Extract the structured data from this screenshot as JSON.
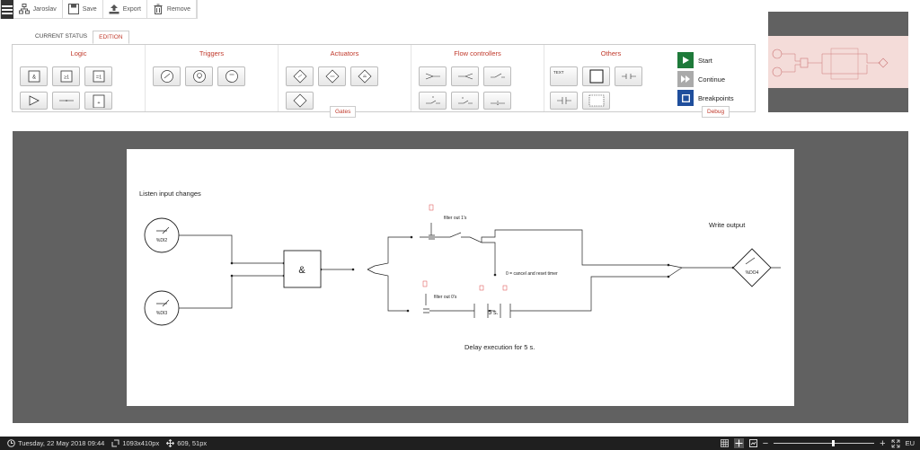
{
  "toolbar": {
    "user_label": "Jaroslav",
    "save_label": "Save",
    "export_label": "Export",
    "remove_label": "Remove"
  },
  "tabs": [
    {
      "label": "CURRENT STATUS"
    },
    {
      "label": "EDITION"
    }
  ],
  "ribbon": {
    "groups": [
      {
        "title": "Logic"
      },
      {
        "title": "Triggers"
      },
      {
        "title": "Actuators"
      },
      {
        "title": "Flow controllers"
      },
      {
        "title": "Others"
      }
    ],
    "gates_label": "Gates",
    "debug_label": "Debug",
    "logic_tools": [
      "&",
      "≥1",
      "=1",
      "",
      "",
      "+"
    ],
    "others_text_tool": "TEXT",
    "debug": {
      "start": "Start",
      "continue": "Continue",
      "breakpoints": "Breakpoints"
    }
  },
  "diagram": {
    "label_listen": "Listen input changes",
    "label_write": "Write output",
    "label_delay": "Delay execution for 5 s.",
    "label_filter1": "filter out 1's",
    "label_filter0": "filter out 0's",
    "label_cancel": "0 = cancel and reset timer",
    "input1": "%DI2",
    "input2": "%DI3",
    "output": "%DO4",
    "and_gate": "&",
    "timer": "5 s.",
    "equals": "="
  },
  "statusbar": {
    "datetime": "Tuesday, 22 May 2018 09:44",
    "canvas_size": "1093x410px",
    "cursor": "609, 51px",
    "locale": "EU",
    "zoom_level": 0.58
  },
  "colors": {
    "accent": "#c0392b",
    "start": "#1e7a3a",
    "breakpoints": "#1f4e9c",
    "workspace": "#616161",
    "preview_highlight": "#f4dcd9"
  }
}
